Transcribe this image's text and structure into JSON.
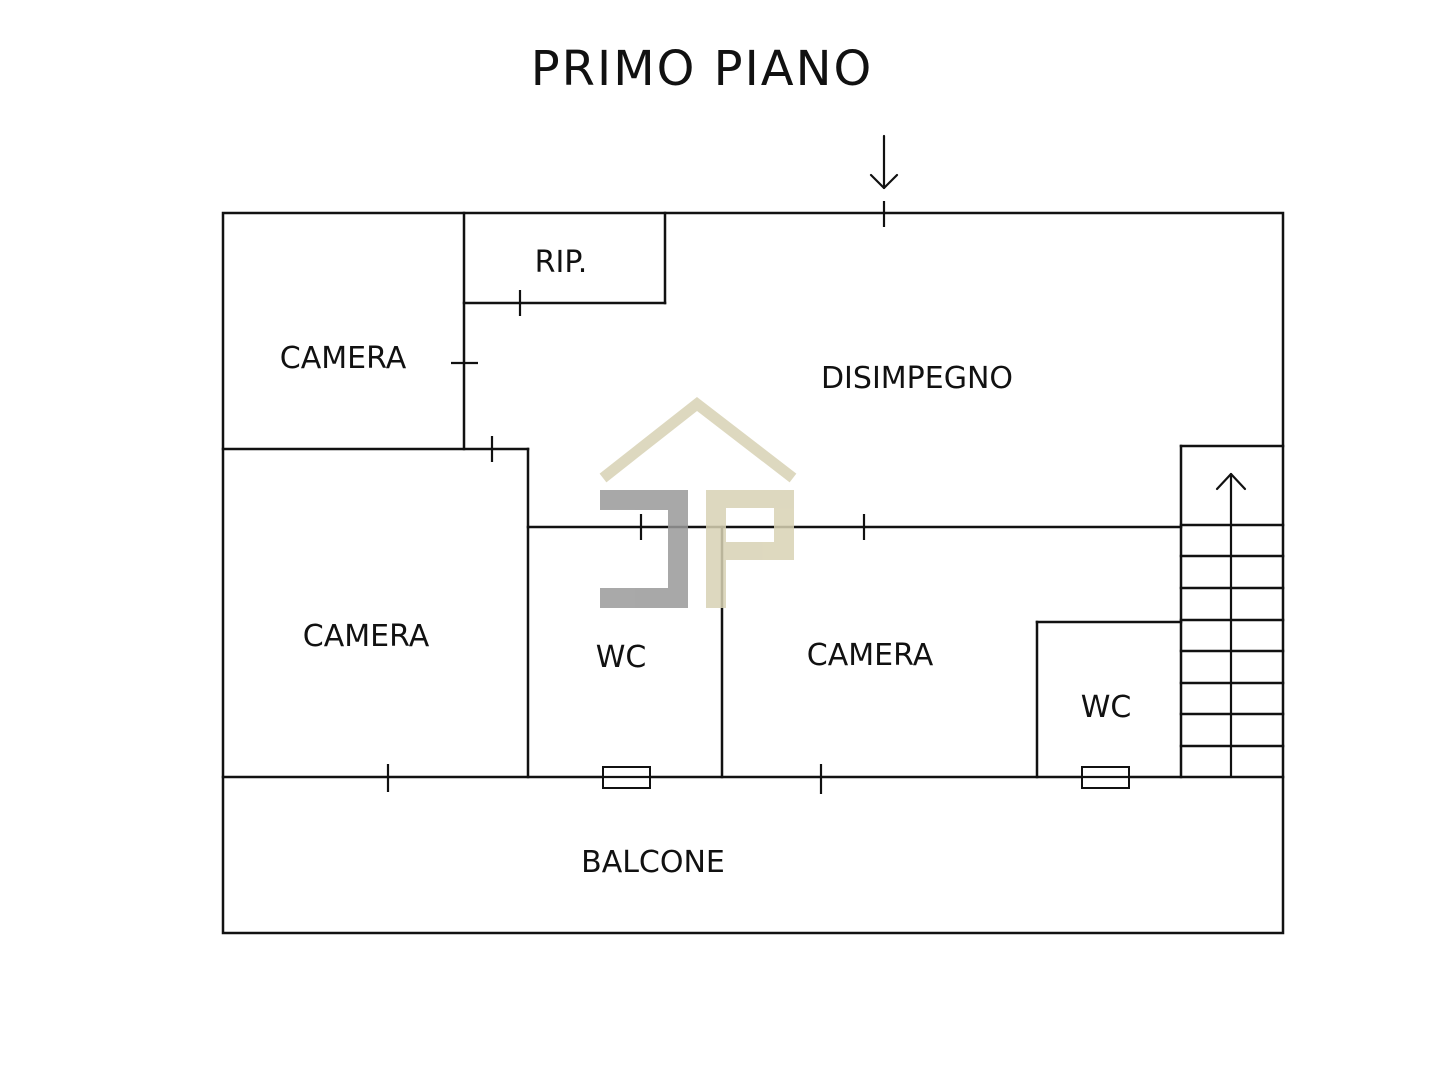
{
  "title": "PRIMO PIANO",
  "rooms": {
    "camera_top_left": "CAMERA",
    "ripostiglio": "RIP.",
    "disimpegno": "DISIMPEGNO",
    "camera_left": "CAMERA",
    "wc_left": "WC",
    "camera_right": "CAMERA",
    "wc_right": "WC",
    "balcone": "BALCONE"
  },
  "icons": {
    "entrance": "entrance-arrow-icon",
    "stairs": "stairs-up-arrow-icon",
    "watermark": "jp-house-logo"
  },
  "colors": {
    "walls": "#111111",
    "logo_roof": "#d8d2b4",
    "logo_j": "#9a9a9a",
    "logo_p": "#d8d2b4"
  }
}
